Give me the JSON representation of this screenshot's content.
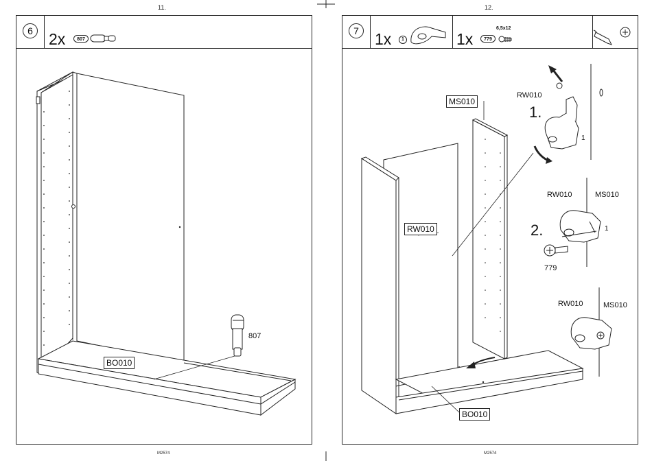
{
  "pages": {
    "left": {
      "page_number": "11.",
      "footer": "M2574",
      "step": "6",
      "parts": [
        {
          "quantity": "2x",
          "code": "807"
        }
      ],
      "callouts": {
        "panel": "BO010",
        "part": "807"
      }
    },
    "right": {
      "page_number": "12.",
      "footer": "M2574",
      "step": "7",
      "parts": [
        {
          "quantity": "1x",
          "code": "1"
        },
        {
          "quantity": "1x",
          "code": "779",
          "spec": "6,5x12"
        }
      ],
      "tools": [
        "screwdriver-icon",
        "phillips-head-icon"
      ],
      "callouts": {
        "side_panel": "MS010",
        "back_panel": "RW010",
        "bottom_panel": "BO010",
        "step1_number": "1.",
        "step1_rw": "RW010",
        "step1_part": "1",
        "step2_number": "2.",
        "step2_rw": "RW010",
        "step2_ms": "MS010",
        "step2_part": "1",
        "step2_screw": "779",
        "step3_rw": "RW010",
        "step3_ms": "MS010"
      }
    }
  }
}
